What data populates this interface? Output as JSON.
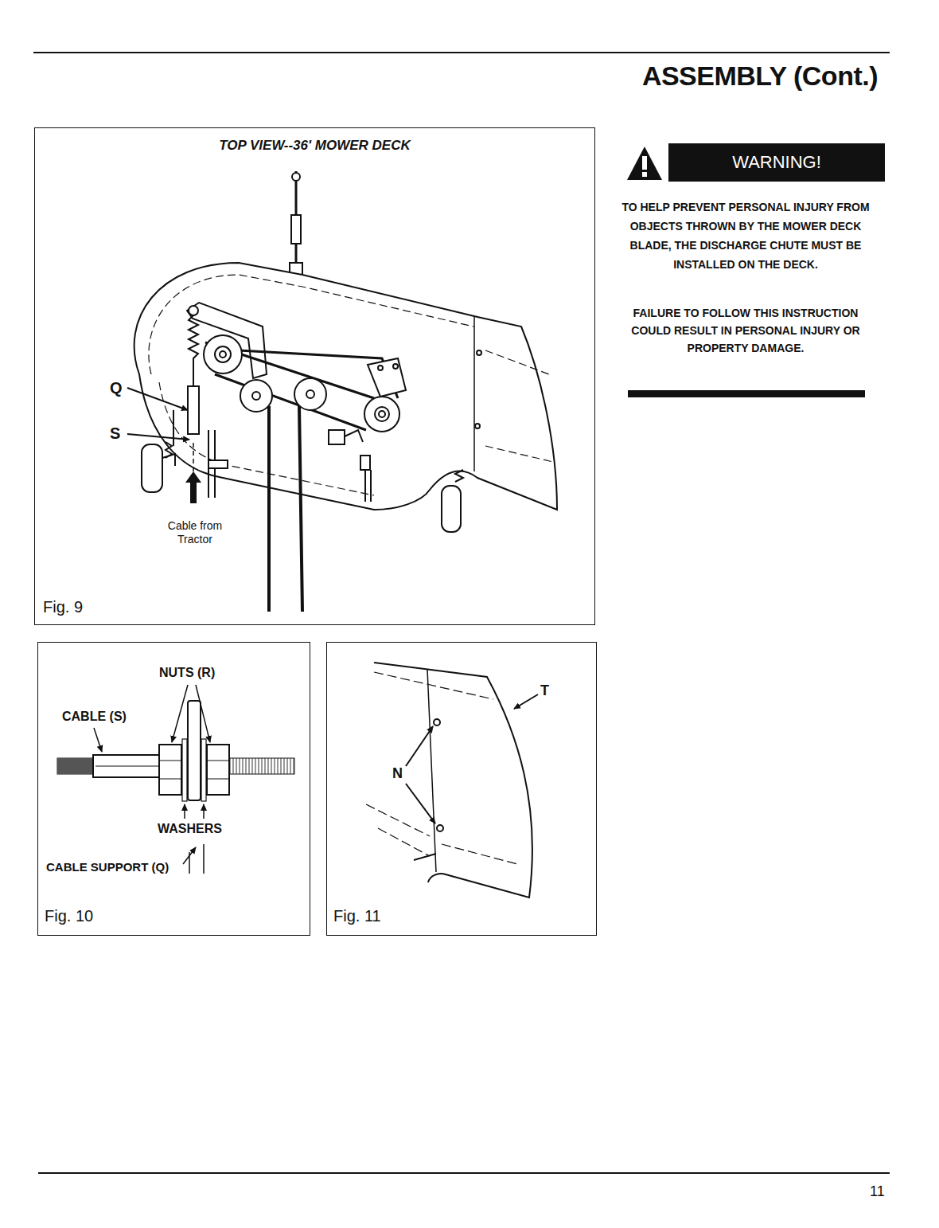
{
  "diagram": {
    "title": "ASSEMBLY (Cont.)",
    "nodes": [
      {
        "text": [
          "TOP VIEW--36' MOWER DECK",
          "Fig. 9"
        ]
      },
      {
        "text": [
          "Fig. 10"
        ]
      },
      {
        "text": [
          "Fig. 11"
        ]
      },
      {
        "text": [
          "WARNING!"
        ]
      }
    ],
    "labels": [
      "Q",
      "S",
      "Cable from Tractor",
      "NUTS (R)",
      "CABLE (S)",
      "WASHERS",
      "CABLE SUPPORT (Q)",
      "T",
      "N",
      "TO HELP PREVENT PERSONAL INJURY FROM OBJECTS THROWN BY THE MOWER DECK BLADE, THE DISCHARGE CHUTE MUST BE INSTALLED ON THE DECK.",
      "FAILURE TO FOLLOW THIS INSTRUCTION COULD RESULT IN PERSONAL INJURY OR PROPERTY DAMAGE.",
      "11"
    ]
  }
}
